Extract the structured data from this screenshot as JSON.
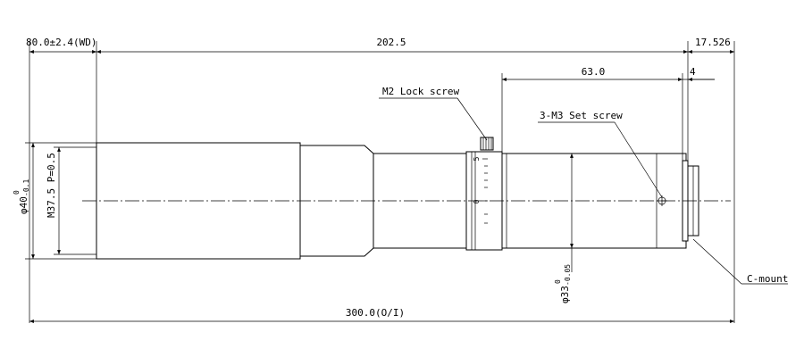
{
  "drawing": {
    "dims": {
      "wd": "80.0±2.4(WD)",
      "length_202": "202.5",
      "end_17": "17.526",
      "len_63": "63.0",
      "len_4": "4",
      "total": "300.0(O/I)",
      "dia_40": "φ40",
      "dia_40_tol_top": "0",
      "dia_40_tol_bot": "-0.1",
      "thread": "M37.5 P=0.5",
      "dia_33": "φ33",
      "dia_33_tol_top": "0",
      "dia_33_tol_bot": "-0.05"
    },
    "callouts": {
      "lock_screw": "M2 Lock screw",
      "set_screw": "3-M3 Set screw",
      "cmount": "C-mount"
    },
    "scale_marks": {
      "top": "5",
      "bottom": "0"
    }
  }
}
